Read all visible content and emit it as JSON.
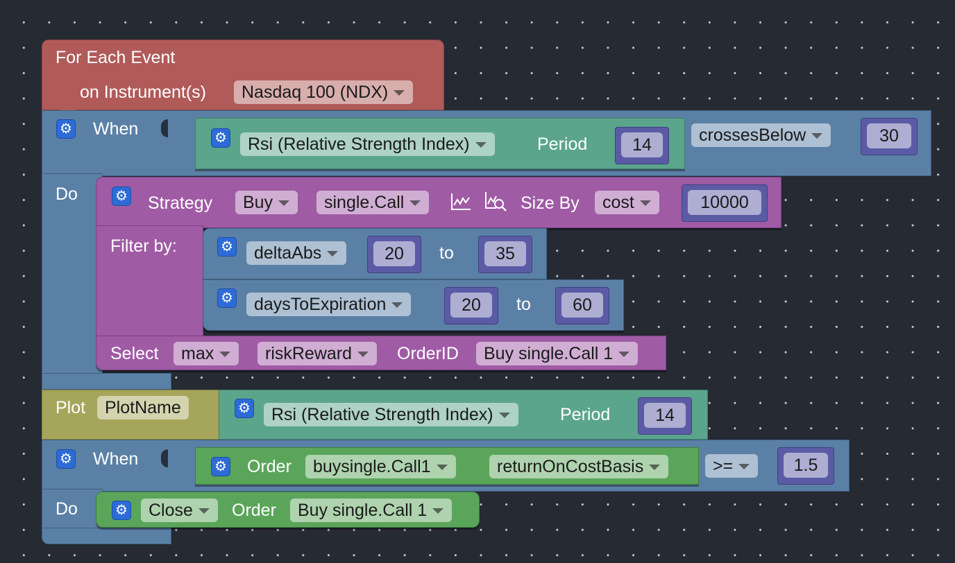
{
  "event": {
    "title": "For Each Event",
    "instrument_label": "on Instrument(s)",
    "instrument_value": "Nasdaq 100 (NDX)"
  },
  "when1": {
    "label": "When",
    "indicator": "Rsi (Relative Strength Index)",
    "period_label": "Period",
    "period_value": "14",
    "comparator": "crossesBelow",
    "threshold": "30"
  },
  "do1": {
    "label": "Do",
    "strategy_label": "Strategy",
    "direction": "Buy",
    "option_type": "single.Call",
    "size_by_label": "Size By",
    "size_by": "cost",
    "size_value": "10000",
    "filter_label": "Filter by:",
    "filters": [
      {
        "field": "deltaAbs",
        "from": "20",
        "to_label": "to",
        "to": "35"
      },
      {
        "field": "daysToExpiration",
        "from": "20",
        "to_label": "to",
        "to": "60"
      }
    ],
    "select_label": "Select",
    "select_agg": "max",
    "select_field": "riskReward",
    "orderid_label": "OrderID",
    "orderid_value": "Buy single.Call 1"
  },
  "plot": {
    "label": "Plot",
    "name": "PlotName",
    "indicator": "Rsi (Relative Strength Index)",
    "period_label": "Period",
    "period_value": "14"
  },
  "when2": {
    "label": "When",
    "order_label": "Order",
    "order_value": "buysingle.Call1",
    "metric": "returnOnCostBasis",
    "comparator": ">=",
    "threshold": "1.5"
  },
  "do2": {
    "label": "Do",
    "action": "Close",
    "order_label": "Order",
    "order_value": "Buy single.Call 1"
  },
  "icons": [
    "gear-icon",
    "chart-icon",
    "chart-search-icon"
  ]
}
